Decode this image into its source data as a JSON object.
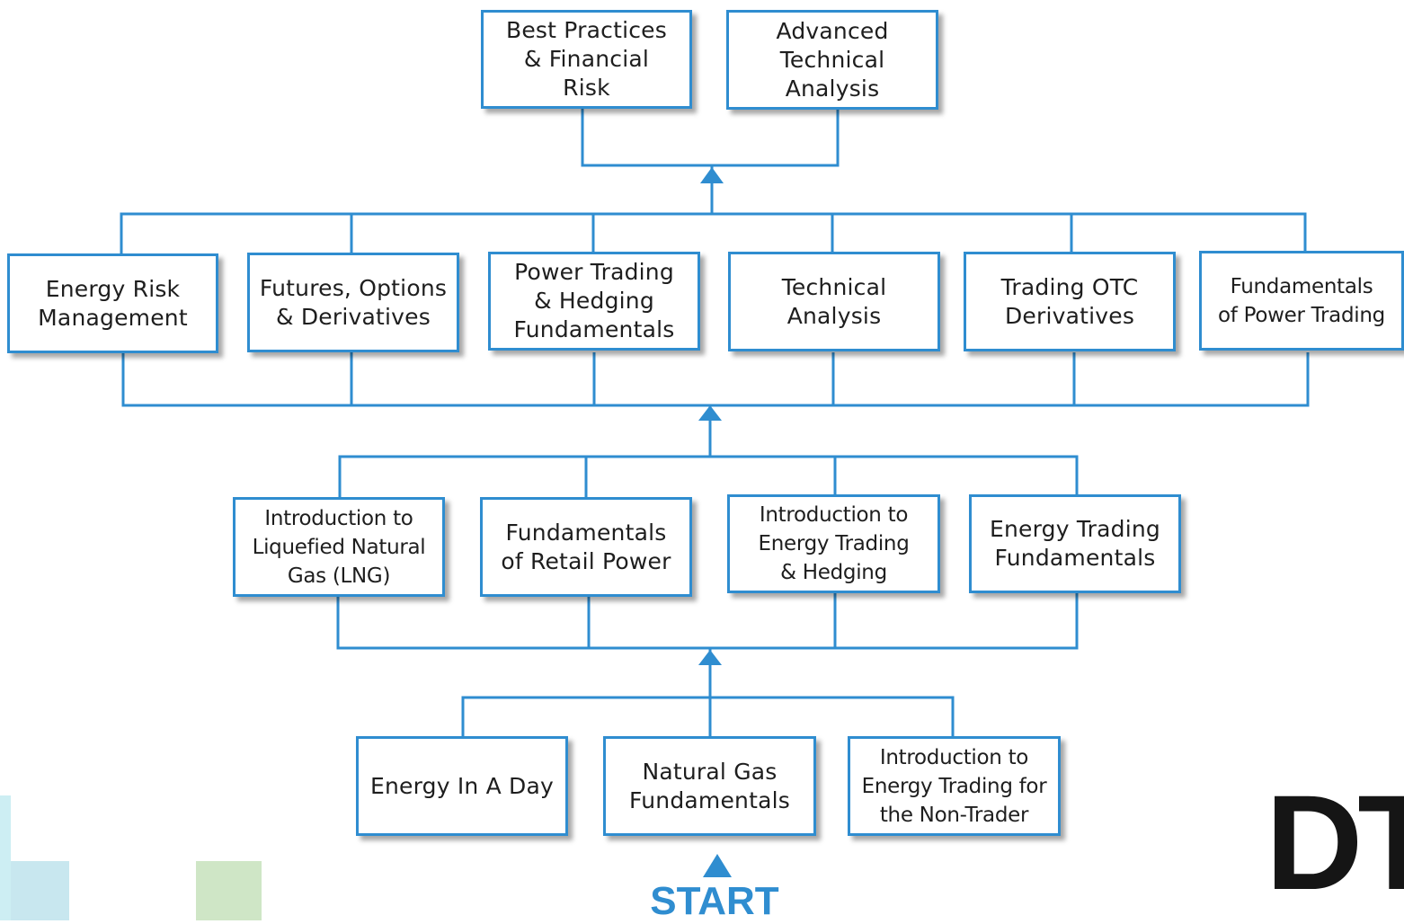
{
  "colors": {
    "accent": "#2f8dd0",
    "box_border": "#2f8dd0",
    "text": "#1e1e1e",
    "logo": "#151515"
  },
  "tiers": {
    "tier4": [
      {
        "id": "best-practices",
        "label": "Best Practices\n& Financial\nRisk"
      },
      {
        "id": "advanced-technical-analysis",
        "label": "Advanced\nTechnical\nAnalysis"
      }
    ],
    "tier3": [
      {
        "id": "energy-risk-management",
        "label": "Energy Risk\nManagement"
      },
      {
        "id": "futures-options-derivatives",
        "label": "Futures, Options\n& Derivatives"
      },
      {
        "id": "power-trading-hedging",
        "label": "Power Trading\n& Hedging\nFundamentals"
      },
      {
        "id": "technical-analysis",
        "label": "Technical\nAnalysis"
      },
      {
        "id": "trading-otc-derivatives",
        "label": "Trading OTC\nDerivatives"
      },
      {
        "id": "fundamentals-power-trading",
        "label": "Fundamentals\nof Power Trading"
      }
    ],
    "tier2": [
      {
        "id": "intro-lng",
        "label": "Introduction to\nLiquefied Natural\nGas (LNG)"
      },
      {
        "id": "fundamentals-retail-power",
        "label": "Fundamentals\nof Retail Power"
      },
      {
        "id": "intro-energy-trading-hedging",
        "label": "Introduction to\nEnergy Trading\n& Hedging"
      },
      {
        "id": "energy-trading-fundamentals",
        "label": "Energy Trading\nFundamentals"
      }
    ],
    "tier1": [
      {
        "id": "energy-in-a-day",
        "label": "Energy In A Day"
      },
      {
        "id": "natural-gas-fundamentals",
        "label": "Natural Gas\nFundamentals"
      },
      {
        "id": "intro-energy-trading-non-trader",
        "label": "Introduction to\nEnergy Trading for\nthe Non-Trader"
      }
    ]
  },
  "start_label": "START",
  "logo_text": "DT"
}
